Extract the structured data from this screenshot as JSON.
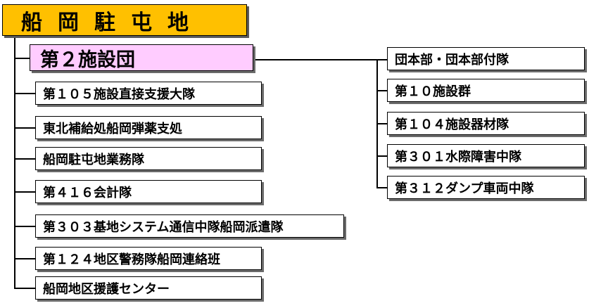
{
  "root": {
    "label": "船岡駐屯地"
  },
  "main_unit": {
    "label": "第２施設団"
  },
  "left_units": [
    {
      "label": "第１０５施設直接支援大隊"
    },
    {
      "label": "東北補給処船岡弾薬支処"
    },
    {
      "label": "船岡駐屯地業務隊"
    },
    {
      "label": "第４１６会計隊"
    },
    {
      "label": "第３０３基地システム通信中隊船岡派遣隊"
    },
    {
      "label": "第１２４地区警務隊船岡連絡班"
    },
    {
      "label": "船岡地区援護センター"
    }
  ],
  "right_units": [
    {
      "label": "団本部・団本部付隊"
    },
    {
      "label": "第１０施設群"
    },
    {
      "label": "第１０４施設器材隊"
    },
    {
      "label": "第３０１水際障害中隊"
    },
    {
      "label": "第３１２ダンプ車両中隊"
    }
  ]
}
